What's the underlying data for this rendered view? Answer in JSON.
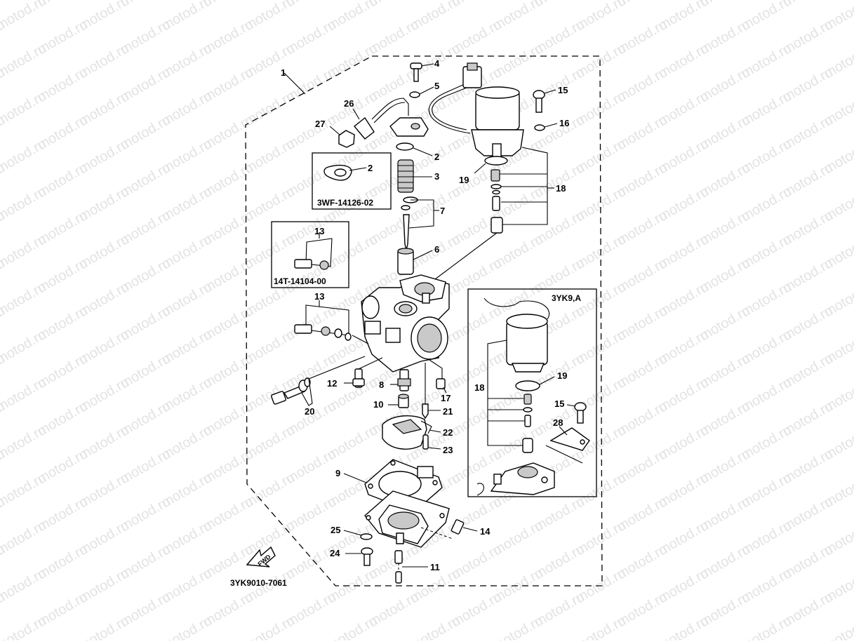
{
  "watermark": {
    "text": "motod.ru",
    "color": "#e3e3e3"
  },
  "diagram_code": "3YK9010-7061",
  "fwd_label": "FWD",
  "insets": {
    "gasket_inset_code": "3WF-14126-02",
    "jet_inset_code": "14T-14104-00",
    "variant_inset_code": "3YK9,A"
  },
  "callouts": {
    "c1": "1",
    "c2": "2",
    "c2b": "2",
    "c3": "3",
    "c4": "4",
    "c5": "5",
    "c6": "6",
    "c7": "7",
    "c8": "8",
    "c9": "9",
    "c10": "10",
    "c11": "11",
    "c12": "12",
    "c13": "13",
    "c13b": "13",
    "c14": "14",
    "c15": "15",
    "c15b": "15",
    "c16": "16",
    "c17": "17",
    "c18": "18",
    "c18b": "18",
    "c19": "19",
    "c19b": "19",
    "c20": "20",
    "c21": "21",
    "c22": "22",
    "c23": "23",
    "c24": "24",
    "c25": "25",
    "c26": "26",
    "c27": "27",
    "c28": "28"
  }
}
